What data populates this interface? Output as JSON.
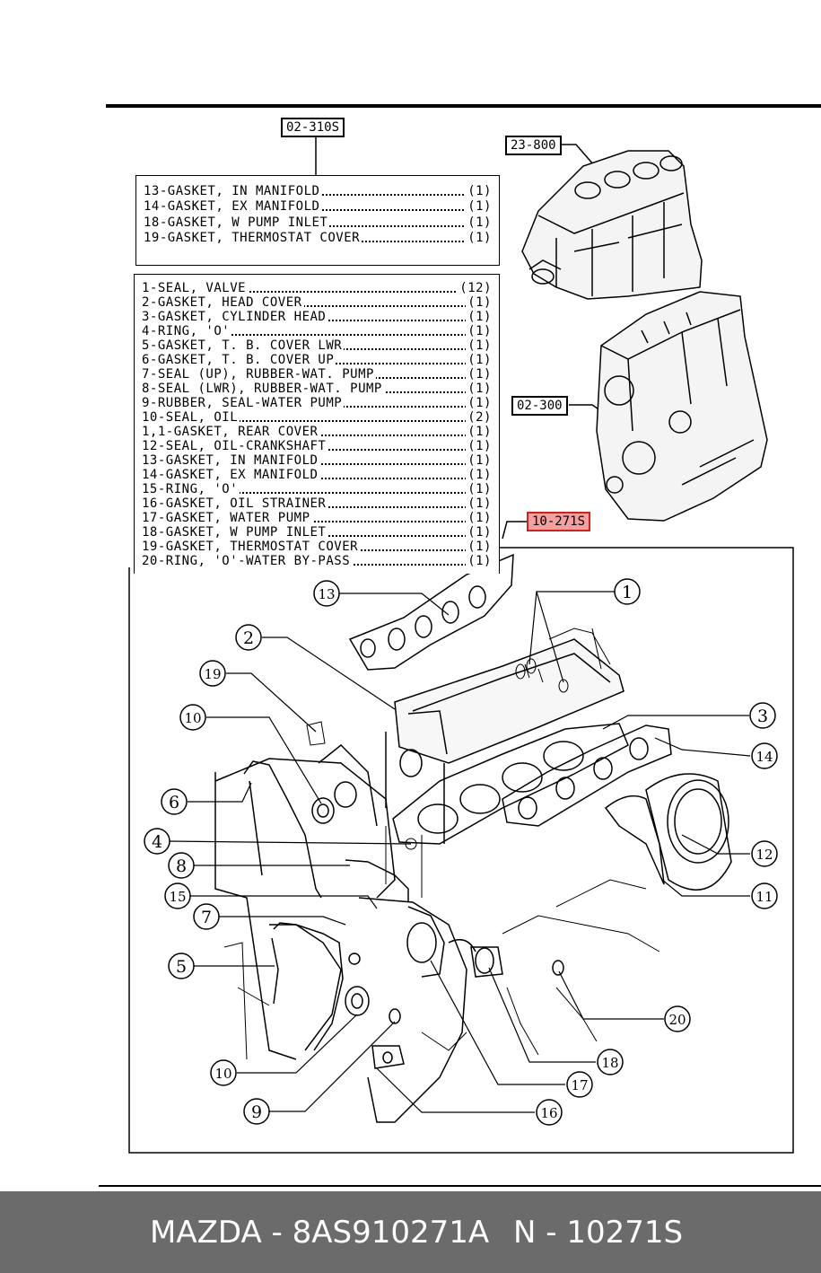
{
  "refs": {
    "intake_group": "02-310S",
    "block": "23-800",
    "engine": "02-300",
    "kit": "10-271S"
  },
  "top_list": [
    {
      "label": "13-GASKET, IN MANIFOLD",
      "qty": "(1)"
    },
    {
      "label": "14-GASKET, EX MANIFOLD",
      "qty": "(1)"
    },
    {
      "label": "18-GASKET, W PUMP INLET",
      "qty": "(1)"
    },
    {
      "label": "19-GASKET, THERMOSTAT COVER",
      "qty": "(1)"
    }
  ],
  "main_list": [
    {
      "label": "1-SEAL, VALVE",
      "qty": "(12)"
    },
    {
      "label": "2-GASKET, HEAD COVER",
      "qty": "(1)"
    },
    {
      "label": "3-GASKET, CYLINDER HEAD",
      "qty": "(1)"
    },
    {
      "label": "4-RING, 'O'",
      "qty": "(1)"
    },
    {
      "label": "5-GASKET, T. B. COVER LWR",
      "qty": "(1)"
    },
    {
      "label": "6-GASKET, T. B. COVER UP",
      "qty": "(1)"
    },
    {
      "label": "7-SEAL (UP), RUBBER-WAT. PUMP",
      "qty": "(1)"
    },
    {
      "label": "8-SEAL (LWR), RUBBER-WAT. PUMP",
      "qty": "(1)"
    },
    {
      "label": "9-RUBBER, SEAL-WATER PUMP",
      "qty": "(1)"
    },
    {
      "label": "10-SEAL, OIL",
      "qty": "(2)"
    },
    {
      "label": "1,1-GASKET, REAR COVER",
      "qty": "(1)"
    },
    {
      "label": "12-SEAL, OIL-CRANKSHAFT",
      "qty": "(1)"
    },
    {
      "label": "13-GASKET, IN MANIFOLD",
      "qty": "(1)"
    },
    {
      "label": "14-GASKET, EX MANIFOLD",
      "qty": "(1)"
    },
    {
      "label": "15-RING, 'O'",
      "qty": "(1)"
    },
    {
      "label": "16-GASKET, OIL STRAINER",
      "qty": "(1)"
    },
    {
      "label": "17-GASKET, WATER PUMP",
      "qty": "(1)"
    },
    {
      "label": "18-GASKET, W PUMP INLET",
      "qty": "(1)"
    },
    {
      "label": "19-GASKET, THERMOSTAT COVER",
      "qty": "(1)"
    },
    {
      "label": "20-RING, 'O'-WATER BY-PASS",
      "qty": "(1)"
    }
  ],
  "callouts": [
    "1",
    "2",
    "3",
    "4",
    "5",
    "6",
    "7",
    "8",
    "9",
    "10",
    "10",
    "11",
    "12",
    "13",
    "14",
    "15",
    "16",
    "17",
    "18",
    "19",
    "20"
  ],
  "footer": {
    "part": "MAZDA - 8AS910271A",
    "code": "N - 10271S"
  },
  "colors": {
    "highlight": "#f3a0a0",
    "highlight_border": "#cc2222",
    "footer_bg": "#6b6b6b"
  }
}
